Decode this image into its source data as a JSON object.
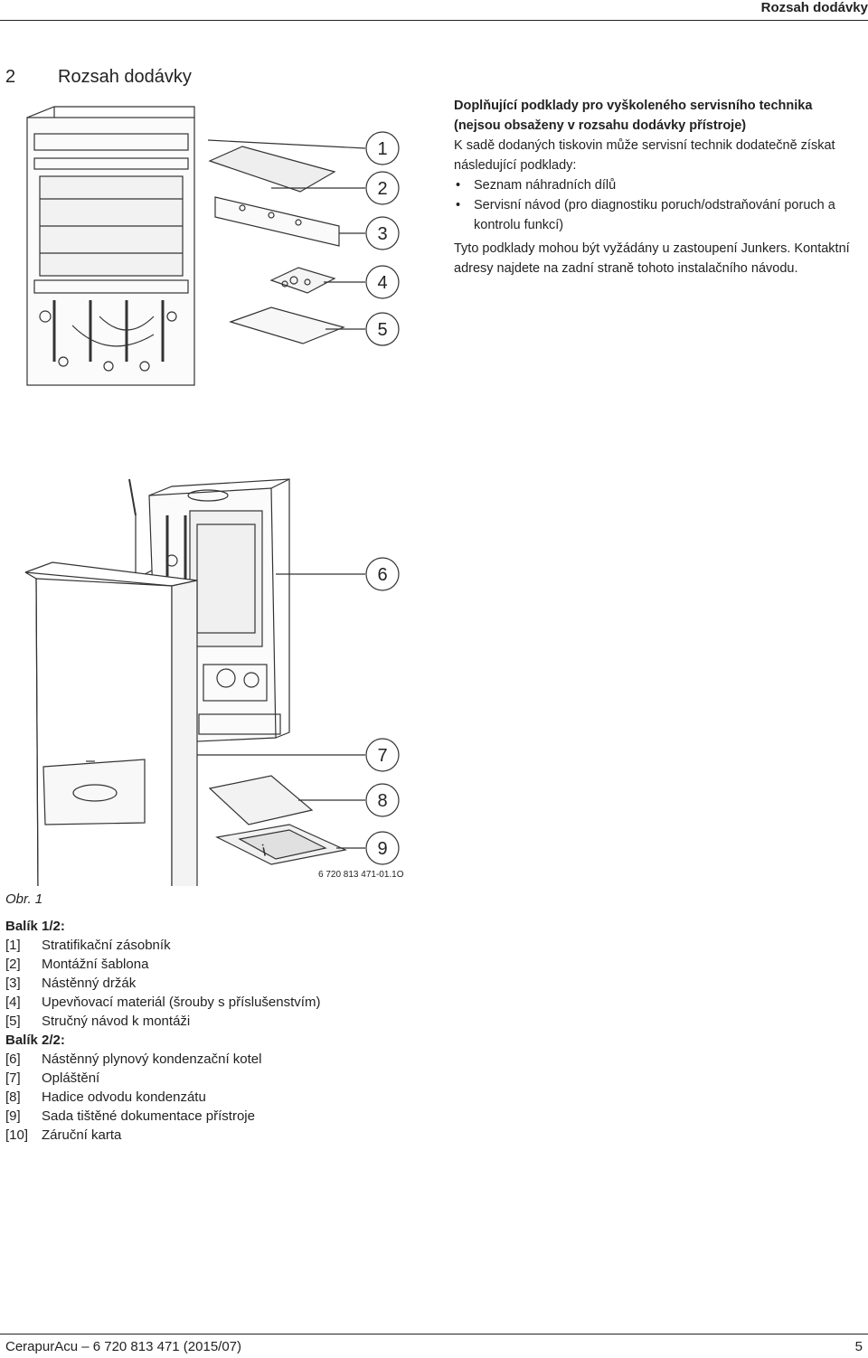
{
  "header": {
    "title": "Rozsah dodávky"
  },
  "section": {
    "number": "2",
    "title": "Rozsah dodávky"
  },
  "right_column": {
    "heading": "Doplňující podklady pro vyškoleného servisního technika (nejsou obsaženy v rozsahu dodávky přístroje)",
    "intro": "K sadě dodaných tiskovin může servisní technik dodatečně získat následující podklady:",
    "bullets": [
      "Seznam náhradních dílů",
      "Servisní návod (pro diagnostiku poruch/odstraňování poruch a kontrolu funkcí)"
    ],
    "note": "Tyto podklady mohou být vyžádány u zastoupení Junkers. Kontaktní adresy najdete na zadní straně tohoto instalačního návodu."
  },
  "figure": {
    "callouts": [
      "1",
      "2",
      "3",
      "4",
      "5",
      "6",
      "7",
      "8",
      "9"
    ],
    "code": "6 720 813 471-01.1O"
  },
  "caption": "Obr. 1",
  "legend": {
    "package1": "Balík 1/2:",
    "items1": [
      {
        "key": "[1]",
        "text": "Stratifikační zásobník"
      },
      {
        "key": "[2]",
        "text": "Montážní šablona"
      },
      {
        "key": "[3]",
        "text": "Nástěnný držák"
      },
      {
        "key": "[4]",
        "text": "Upevňovací materiál (šrouby s příslušenstvím)"
      },
      {
        "key": "[5]",
        "text": "Stručný návod k montáži"
      }
    ],
    "package2": "Balík 2/2:",
    "items2": [
      {
        "key": "[6]",
        "text": "Nástěnný plynový kondenzační kotel"
      },
      {
        "key": "[7]",
        "text": "Opláštění"
      },
      {
        "key": "[8]",
        "text": "Hadice odvodu kondenzátu"
      },
      {
        "key": "[9]",
        "text": "Sada tištěné dokumentace přístroje"
      },
      {
        "key": "[10]",
        "text": "Záruční karta"
      }
    ]
  },
  "footer": {
    "left": "CerapurAcu – 6 720 813 471 (2015/07)",
    "page": "5"
  }
}
